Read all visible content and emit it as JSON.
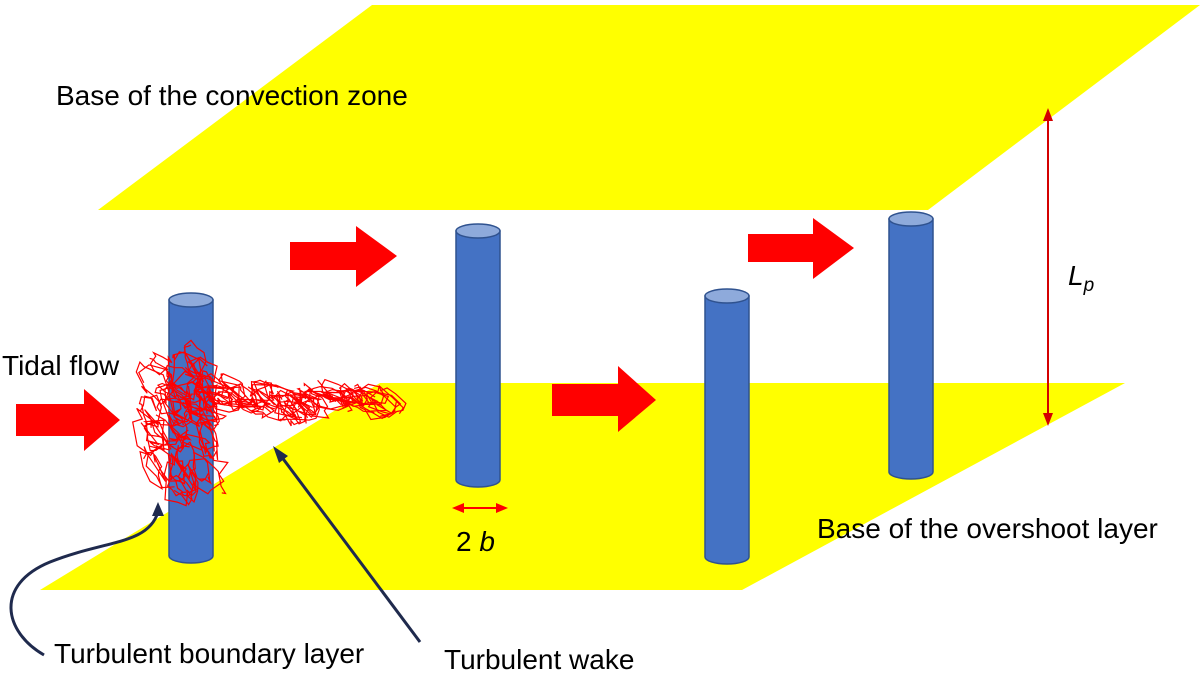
{
  "labels": {
    "convection_zone": "Base of the convection zone",
    "overshoot_layer": "Base of the overshoot layer",
    "tidal_flow": "Tidal flow",
    "boundary_layer": "Turbulent boundary layer",
    "wake": "Turbulent wake",
    "width_coefficient": "2",
    "width_symbol": "b",
    "height_symbol": "L",
    "height_subscript": "p"
  },
  "colors": {
    "plane": "#ffff00",
    "cylinder": "#4472c4",
    "cylinder_top": "#8eaadb",
    "arrow": "#ff0000",
    "turbulence": "#ff0000",
    "pointer": "#1f2a4d"
  },
  "icons": {
    "flow_arrow": "right-arrow-icon",
    "cylinder": "cylinder-shape",
    "dimension_arrow": "double-arrow-icon"
  }
}
